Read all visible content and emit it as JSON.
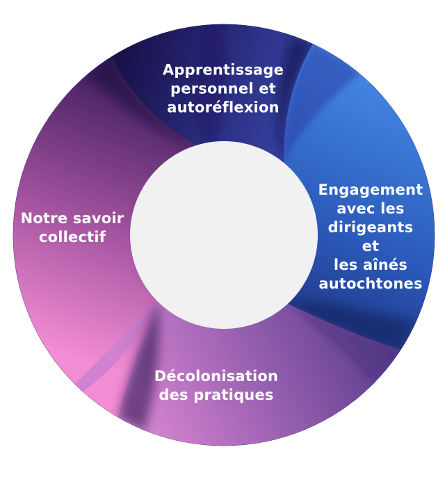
{
  "diagram": {
    "title_hint": "cycle-swirl-diagram",
    "background": "#ffffff",
    "center_circle_color": "#f1f1f2",
    "base_color": "#3f3488",
    "label_color": "#ffffff",
    "segments": [
      {
        "id": "top",
        "label": "Apprentissage\npersonnel et\nautoréflexion",
        "gradient_start": "#181049",
        "gradient_end": "#3c4cb4"
      },
      {
        "id": "right",
        "label": "Engagement\navec les\ndirigeants et\nles aînés\nautochtones",
        "gradient_start": "#4285e0",
        "gradient_mid": "#2a58b8",
        "gradient_end": "#1b2565"
      },
      {
        "id": "bottom",
        "label": "Décolonisation\ndes pratiques",
        "gradient_start": "#5a3b8e",
        "gradient_end": "#d182ce"
      },
      {
        "id": "left",
        "label": "Notre savoir\ncollectif",
        "gradient_start": "#38195a",
        "gradient_mid": "#a3539f",
        "gradient_end": "#f28cd4"
      }
    ],
    "shadows": {
      "north_edge_on_left": "#150938",
      "right_edge_on_top": "#0e0a3c",
      "bottom_edge_on_right": "#101a52",
      "left_edge_on_bottom": "#240d49",
      "top_fold": "#201866",
      "right_fold": "#2a37a0",
      "bottom_fold": "#473079",
      "left_inner_band": "#55286f"
    }
  }
}
